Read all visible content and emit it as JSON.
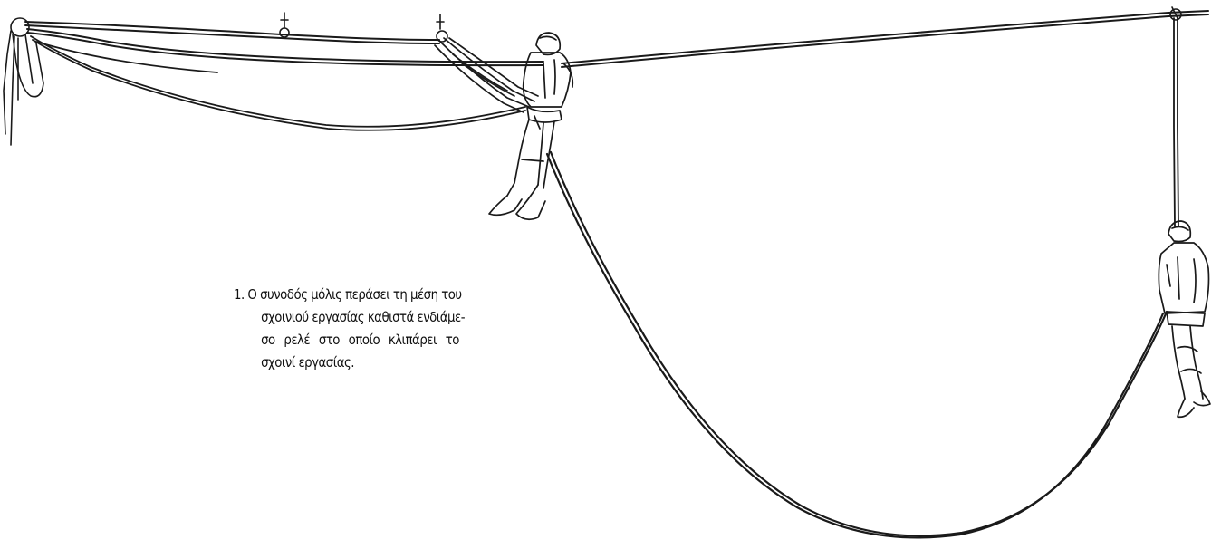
{
  "caption": {
    "number": "1.",
    "lines": [
      "Ο συνοδός μόλις περάσει τη μέση του",
      "σχοινιού εργασίας καθιστά ενδιάμε-",
      "σο ρελέ στο οποίο κλιπάρει το",
      "σχοινί εργασίας."
    ]
  },
  "colors": {
    "ink": "#1a1a1a",
    "background": "#ffffff"
  }
}
